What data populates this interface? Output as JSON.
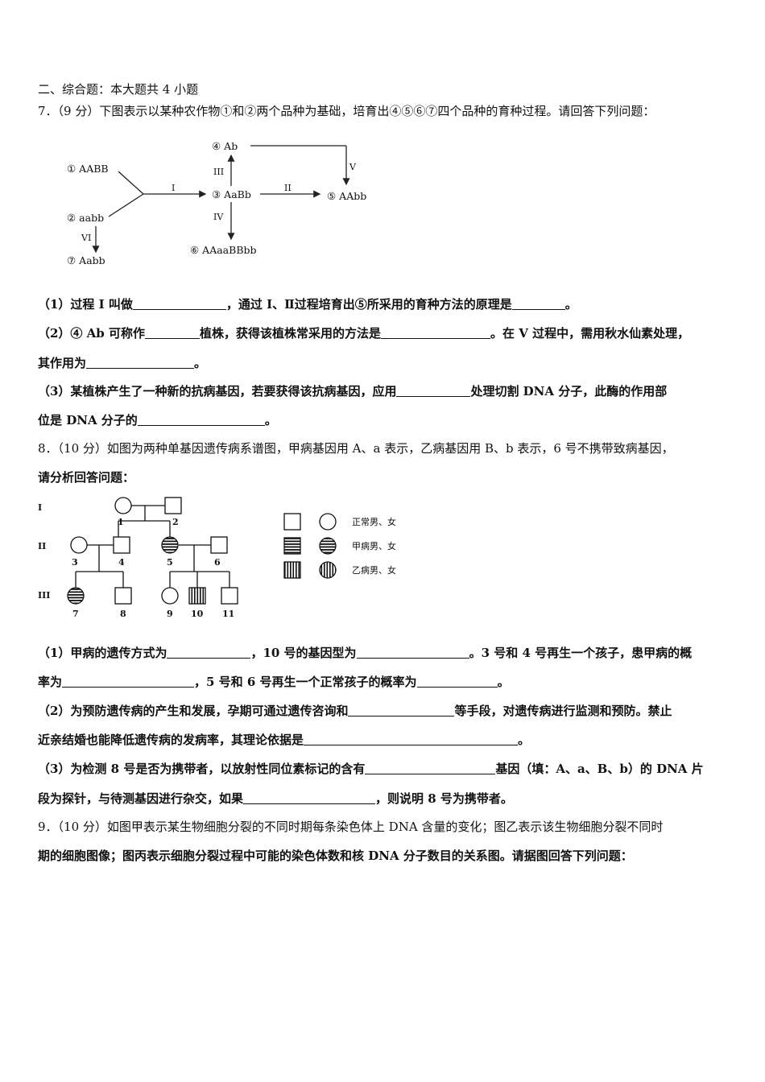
{
  "section_header": "二、综合题：本大题共 4 小题",
  "q7": {
    "intro": "7．（9 分）下图表示以某种农作物①和②两个品种为基础，培育出④⑤⑥⑦四个品种的育种过程。请回答下列问题：",
    "diagram": {
      "n1": "① AABB",
      "n2": "② aabb",
      "n3": "③ AaBb",
      "n4": "④ Ab",
      "n5": "⑤ AAbb",
      "n6": "⑥ AAaaBBbb",
      "n7": "⑦ Aabb",
      "p1": "I",
      "p2": "II",
      "p3": "III",
      "p4": "IV",
      "p5": "V",
      "p6": "VI"
    },
    "s1_a": "（1）过程 I 叫做",
    "s1_b": "，通过 I、Ⅱ过程培育出⑤所采用的育种方法的原理是",
    "s1_c": "。",
    "s2_a": "（2）④ Ab 可称作",
    "s2_b": "植株，获得该植株常采用的方法是",
    "s2_c": "。在 V 过程中，需用秋水仙素处理，",
    "s2_d": "其作用为",
    "s2_e": "。",
    "s3_a": "（3）某植株产生了一种新的抗病基因，若要获得该抗病基因，应用",
    "s3_b": "处理切割 DNA 分子，此酶的作用部",
    "s3_c": "位是 DNA 分子的",
    "s3_d": "。"
  },
  "q8": {
    "intro1": "8．（10 分）如图为两种单基因遗传病系谱图，甲病基因用 A、a 表示，乙病基因用 B、b 表示，6 号不携带致病基因，",
    "intro2": "请分析回答问题：",
    "pedigree": {
      "gen1": "I",
      "gen2": "II",
      "gen3": "III",
      "ids": [
        "1",
        "2",
        "3",
        "4",
        "5",
        "6",
        "7",
        "8",
        "9",
        "10",
        "11"
      ],
      "legend_normal": "正常男、女",
      "legend_jia": "甲病男、女",
      "legend_yi": "乙病男、女"
    },
    "s1_a": "（1）甲病的遗传方式为",
    "s1_b": "，10 号的基因型为",
    "s1_c": "。3 号和 4 号再生一个孩子，患甲病的概",
    "s1_d": "率为",
    "s1_e": "，5 号和 6 号再生一个正常孩子的概率为",
    "s1_f": "。",
    "s2_a": "（2）为预防遗传病的产生和发展，孕期可通过遗传咨询和",
    "s2_b": "等手段，对遗传病进行监测和预防。禁止",
    "s2_c": "近亲结婚也能降低遗传病的发病率，其理论依据是",
    "s2_d": "。",
    "s3_a": "（3）为检测 8 号是否为携带者，以放射性同位素标记的含有",
    "s3_b": "基因（填：A、a、B、b）的 DNA 片",
    "s3_c": "段为探针，与待测基因进行杂交，如果",
    "s3_d": "，则说明 8 号为携带者。"
  },
  "q9": {
    "line1": "9．（10 分）如图甲表示某生物细胞分裂的不同时期每条染色体上 DNA 含量的变化；图乙表示该生物细胞分裂不同时",
    "line2": "期的细胞图像；图丙表示细胞分裂过程中可能的染色体数和核 DNA 分子数目的关系图。请据图回答下列问题："
  }
}
